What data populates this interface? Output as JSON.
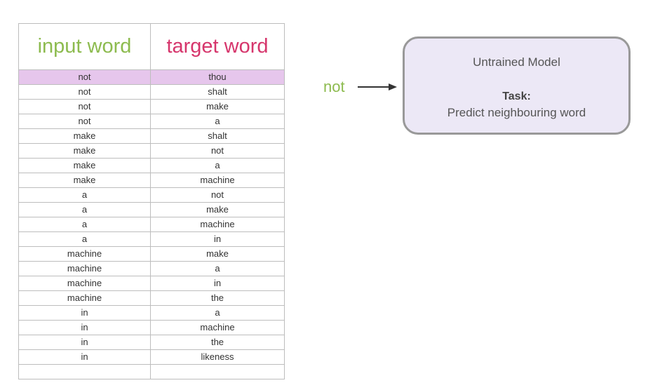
{
  "table": {
    "headers": {
      "input": "input word",
      "target": "target word"
    },
    "rows": [
      {
        "input": "not",
        "target": "thou"
      },
      {
        "input": "not",
        "target": "shalt"
      },
      {
        "input": "not",
        "target": "make"
      },
      {
        "input": "not",
        "target": "a"
      },
      {
        "input": "make",
        "target": "shalt"
      },
      {
        "input": "make",
        "target": "not"
      },
      {
        "input": "make",
        "target": "a"
      },
      {
        "input": "make",
        "target": "machine"
      },
      {
        "input": "a",
        "target": "not"
      },
      {
        "input": "a",
        "target": "make"
      },
      {
        "input": "a",
        "target": "machine"
      },
      {
        "input": "a",
        "target": "in"
      },
      {
        "input": "machine",
        "target": "make"
      },
      {
        "input": "machine",
        "target": "a"
      },
      {
        "input": "machine",
        "target": "in"
      },
      {
        "input": "machine",
        "target": "the"
      },
      {
        "input": "in",
        "target": "a"
      },
      {
        "input": "in",
        "target": "machine"
      },
      {
        "input": "in",
        "target": "the"
      },
      {
        "input": "in",
        "target": "likeness"
      },
      {
        "input": "",
        "target": ""
      }
    ],
    "highlighted_row": 0,
    "colors": {
      "input_header": "#8dbb4f",
      "target_header": "#d6366c",
      "highlight": "#e6c6ec"
    }
  },
  "input_word": "not",
  "arrow_icon": "right-arrow-icon",
  "model": {
    "title": "Untrained Model",
    "task_label": "Task:",
    "task_text": "Predict neighbouring word",
    "fill_color": "#ece8f6"
  }
}
